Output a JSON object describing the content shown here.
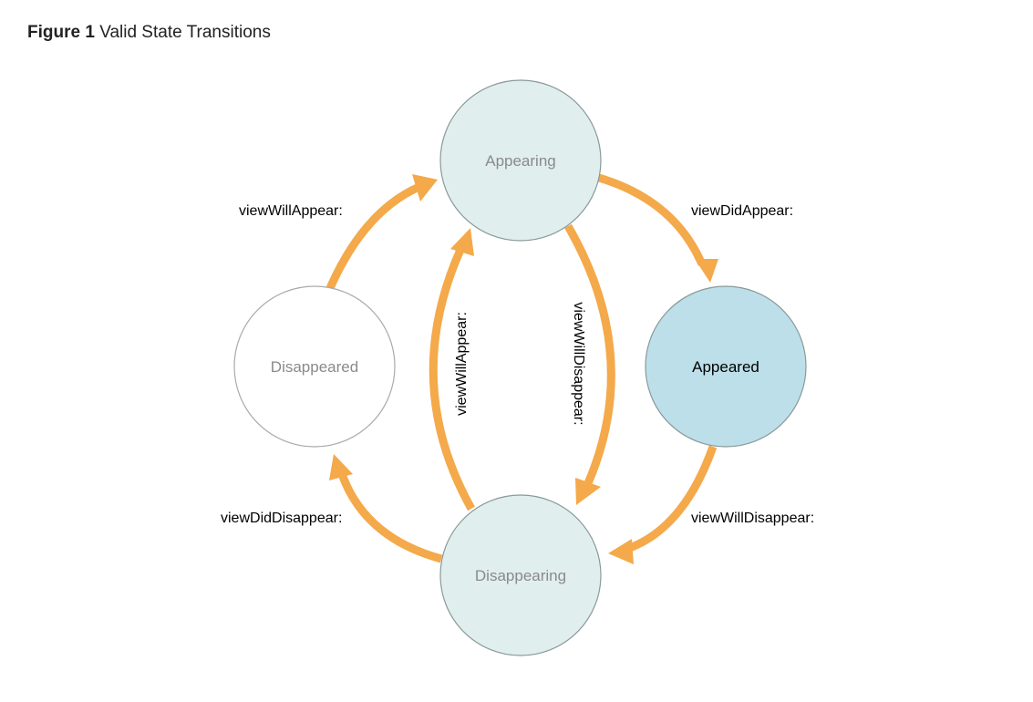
{
  "figure": {
    "number": "Figure 1",
    "title": "Valid State Transitions"
  },
  "colors": {
    "arrow": "#f4a94a",
    "light_state_fill": "#e1eeee",
    "active_state_fill": "#bcdfea",
    "empty_state_fill": "#ffffff",
    "state_stroke": "#8a9a9a",
    "muted_text": "#8a8a8a",
    "dark_text": "#000000"
  },
  "states": {
    "appearing": "Appearing",
    "appeared": "Appeared",
    "disappearing": "Disappearing",
    "disappeared": "Disappeared"
  },
  "transitions": {
    "disappeared_to_appearing": "viewWillAppear:",
    "appearing_to_appeared": "viewDidAppear:",
    "appeared_to_disappearing": "viewWillDisappear:",
    "disappearing_to_disappeared": "viewDidDisappear:",
    "disappearing_to_appearing": "viewWillAppear:",
    "appearing_to_disappearing": "viewWillDisappear:"
  }
}
